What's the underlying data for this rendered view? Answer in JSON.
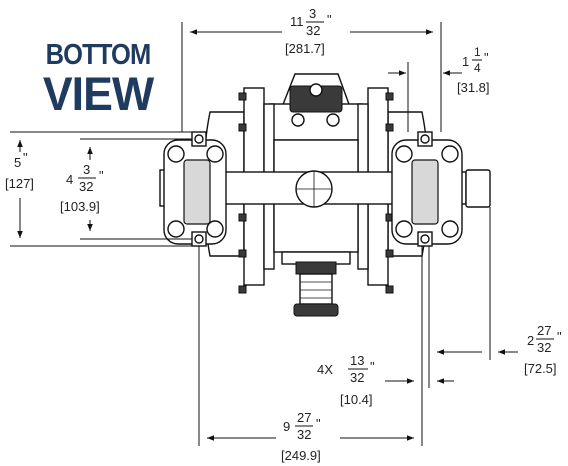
{
  "view_title": {
    "line1": "BOTTOM",
    "line2": "VIEW"
  },
  "colors": {
    "title": "#1f3b5f",
    "lines": "#111111"
  },
  "dimensions": {
    "overall_width": {
      "whole": "11",
      "num": "3",
      "den": "32",
      "inch_mark": "\"",
      "mm": "[281.7]"
    },
    "flange_offset": {
      "whole": "1",
      "num": "1",
      "den": "4",
      "inch_mark": "\"",
      "mm": "[31.8]"
    },
    "overall_height": {
      "whole": "5",
      "inch_mark": "\"",
      "mm": "[127]"
    },
    "hole_spacing_vertical": {
      "whole": "4",
      "num": "3",
      "den": "32",
      "inch_mark": "\"",
      "mm": "[103.9]"
    },
    "right_offset": {
      "whole": "2",
      "num": "27",
      "den": "32",
      "inch_mark": "\"",
      "mm": "[72.5]"
    },
    "mount_hole": {
      "qty": "4X",
      "num": "13",
      "den": "32",
      "inch_mark": "\"",
      "mm": "[10.4]"
    },
    "hole_spacing_horizontal": {
      "whole": "9",
      "num": "27",
      "den": "32",
      "inch_mark": "\"",
      "mm": "[249.9]"
    }
  }
}
